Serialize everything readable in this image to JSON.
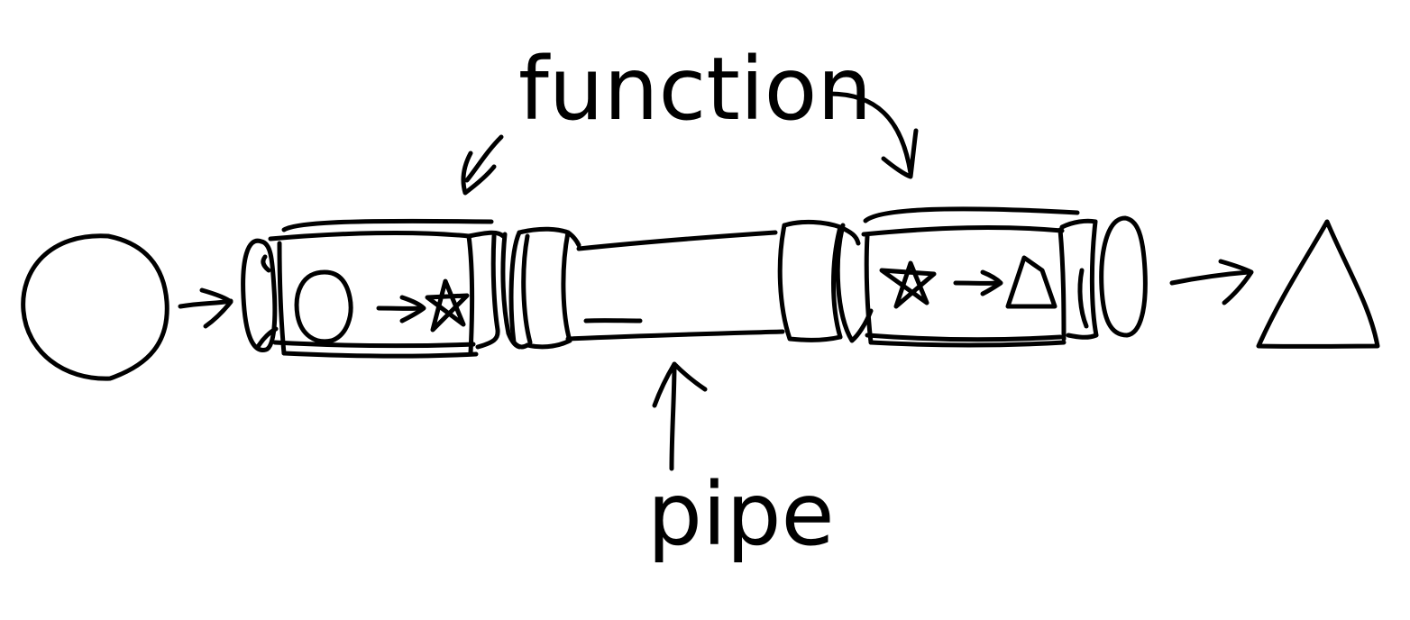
{
  "labels": {
    "function": "function",
    "pipe": "pipe"
  },
  "colors": {
    "ink": "#000000",
    "background": "#ffffff"
  },
  "shapes": {
    "input": "circle",
    "intermediate": "star",
    "output": "triangle"
  }
}
